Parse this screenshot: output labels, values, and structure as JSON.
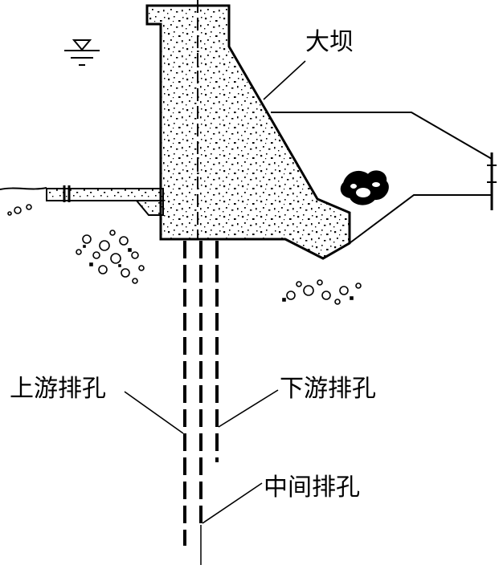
{
  "labels": {
    "dam": "大坝",
    "upstream_drain": "上游排孔",
    "downstream_drain": "下游排孔",
    "middle_drain": "中间排孔"
  },
  "symbols": {
    "water_level": "water-level-icon"
  },
  "colors": {
    "line": "#000000",
    "background": "#ffffff"
  }
}
